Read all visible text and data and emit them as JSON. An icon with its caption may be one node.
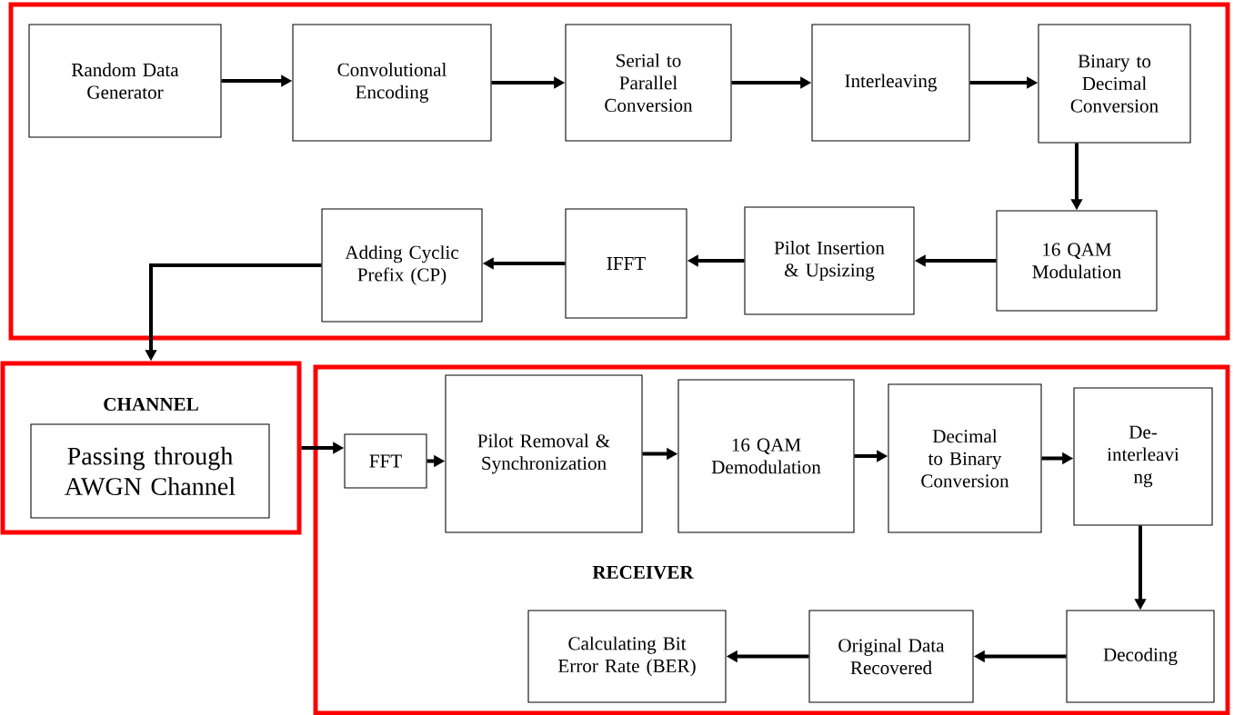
{
  "diagram": {
    "nodes": [
      {
        "text": [],
        "shape": "box"
      },
      {
        "text": [
          "Random Data Generator"
        ],
        "in": 0
      },
      {
        "text": [
          "Convolutional Encoding"
        ],
        "in": 0
      },
      {
        "text": [
          "Serial to Parallel Conversion"
        ],
        "in": 0
      },
      {
        "text": [
          "Interleaving"
        ],
        "in": 0
      },
      {
        "text": [
          "Binary to Decimal Conversion"
        ],
        "in": 0
      },
      {
        "text": [
          "16 QAM Modulation"
        ],
        "in": 0
      },
      {
        "text": [
          "Pilot Insertion & Upsizing"
        ],
        "in": 0
      },
      {
        "text": [
          "IFFT"
        ],
        "in": 0
      },
      {
        "text": [
          "Adding Cyclic Prefix (CP)"
        ],
        "in": 0
      },
      {
        "text": [
          "CHANNEL"
        ]
      },
      {
        "text": [
          "Passing through AWGN Channel"
        ],
        "in": 10
      },
      {
        "text": [
          "RECEIVER"
        ]
      },
      {
        "text": [
          "FFT"
        ],
        "in": 12
      },
      {
        "text": [
          "Pilot Removal & Synchronization"
        ],
        "in": 12
      },
      {
        "text": [
          "16 QAM Demodulation"
        ],
        "in": 12
      },
      {
        "text": [
          "Decimal to Binary Conversion"
        ],
        "in": 12
      },
      {
        "text": [
          "De- interleavi ng"
        ],
        "in": 12
      },
      {
        "text": [
          "Decoding"
        ],
        "in": 12
      },
      {
        "text": [
          "Original Data Recovered"
        ],
        "in": 12
      },
      {
        "text": [
          "Calculating Bit Error Rate (BER)"
        ],
        "in": 12
      }
    ],
    "edges": [
      {
        "from": 1,
        "to": 2,
        "arrow": "to"
      },
      {
        "from": 2,
        "to": 3,
        "arrow": "to"
      },
      {
        "from": 3,
        "to": 4,
        "arrow": "to"
      },
      {
        "from": 4,
        "to": 5,
        "arrow": "to"
      },
      {
        "from": 5,
        "to": 6,
        "arrow": "to"
      },
      {
        "from": 6,
        "to": 7,
        "arrow": "to"
      },
      {
        "from": 7,
        "to": 8,
        "arrow": "to"
      },
      {
        "from": 8,
        "to": 9,
        "arrow": "to"
      },
      {
        "from": 9,
        "to": 10,
        "arrow": "to"
      },
      {
        "from": 10,
        "to": 13,
        "arrow": "to"
      },
      {
        "from": 13,
        "to": 14,
        "arrow": "to"
      },
      {
        "from": 14,
        "to": 15,
        "arrow": "to"
      },
      {
        "from": 15,
        "to": 16,
        "arrow": "to"
      },
      {
        "from": 16,
        "to": 17,
        "arrow": "to"
      },
      {
        "from": 17,
        "to": 18,
        "arrow": "to"
      },
      {
        "from": 18,
        "to": 19,
        "arrow": "to"
      },
      {
        "from": 19,
        "to": 20,
        "arrow": "to"
      }
    ]
  }
}
